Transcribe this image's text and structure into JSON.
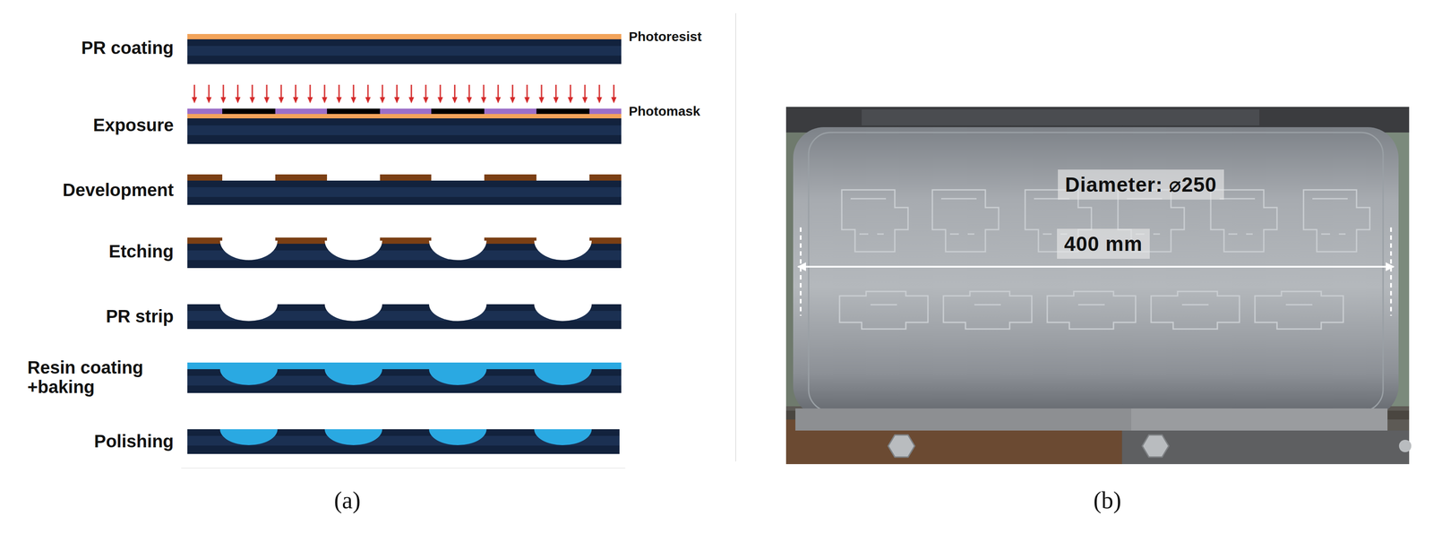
{
  "diagram": {
    "labels": [
      "PR coating",
      "Photoresist",
      "Exposure",
      "Photomask",
      "Development",
      "Etching",
      "PR strip",
      "Resin coating +baking",
      "Polishing",
      "Diameter: ⌀250",
      "400 mm",
      "(a)",
      "(b)"
    ]
  }
}
